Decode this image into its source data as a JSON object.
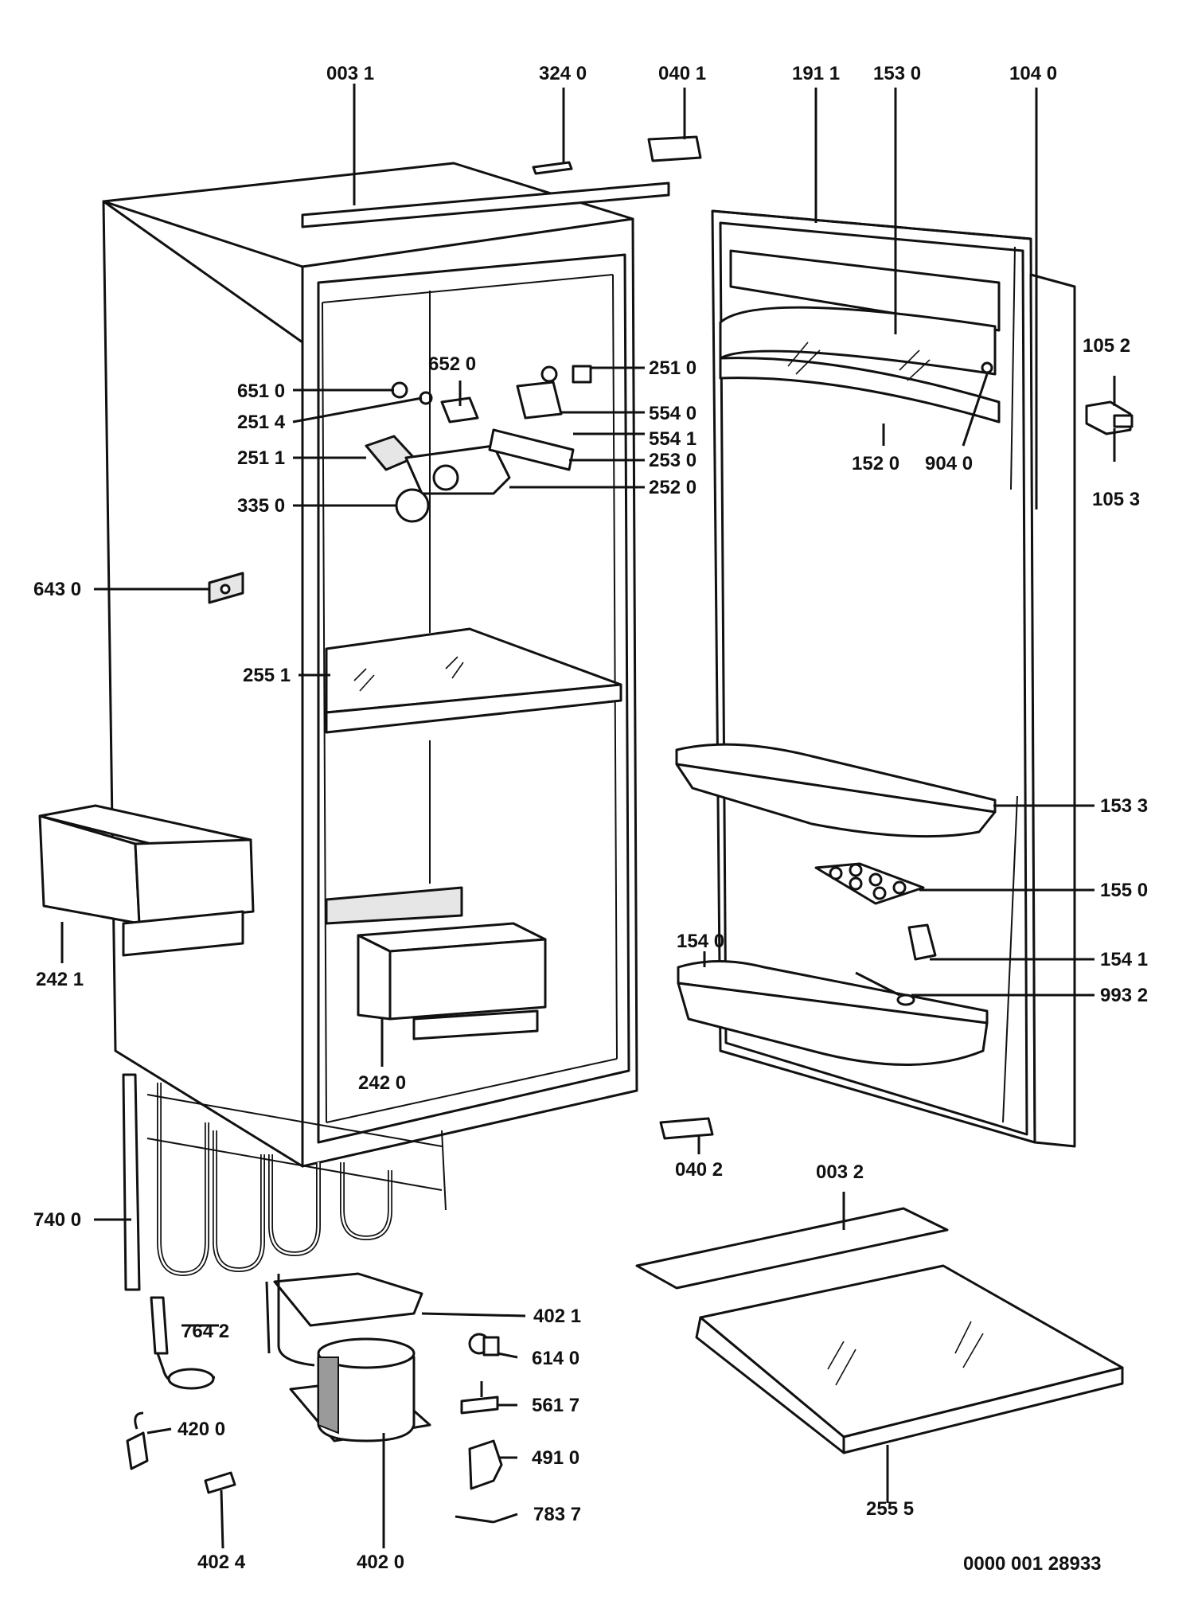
{
  "labels": {
    "p0031": "003 1",
    "p3240": "324 0",
    "p0401": "040 1",
    "p1911": "191 1",
    "p1530": "153 0",
    "p1040": "104 0",
    "p6520": "652 0",
    "p2510": "251 0",
    "p6510": "651 0",
    "p5540": "554 0",
    "p2514": "251 4",
    "p5541": "554 1",
    "p2511": "251 1",
    "p2530": "253 0",
    "p2520": "252 0",
    "p3350": "335 0",
    "p1520": "152 0",
    "p9040": "904 0",
    "p1052": "105 2",
    "p1053": "105 3",
    "p6430": "643 0",
    "p2551": "255 1",
    "p1533": "153 3",
    "p1550": "155 0",
    "p1540": "154 0",
    "p1541": "154 1",
    "p9932": "993 2",
    "p2421": "242 1",
    "p2420": "242 0",
    "p0402": "040 2",
    "p0032": "003 2",
    "p7400": "740 0",
    "p4021": "402 1",
    "p7642": "764 2",
    "p6140": "614 0",
    "p5617": "561 7",
    "p4200": "420 0",
    "p4910": "491 0",
    "p7837": "783 7",
    "p4024": "402 4",
    "p4020": "402 0",
    "p2555": "255 5"
  },
  "drawing_number": "0000 001 28933"
}
